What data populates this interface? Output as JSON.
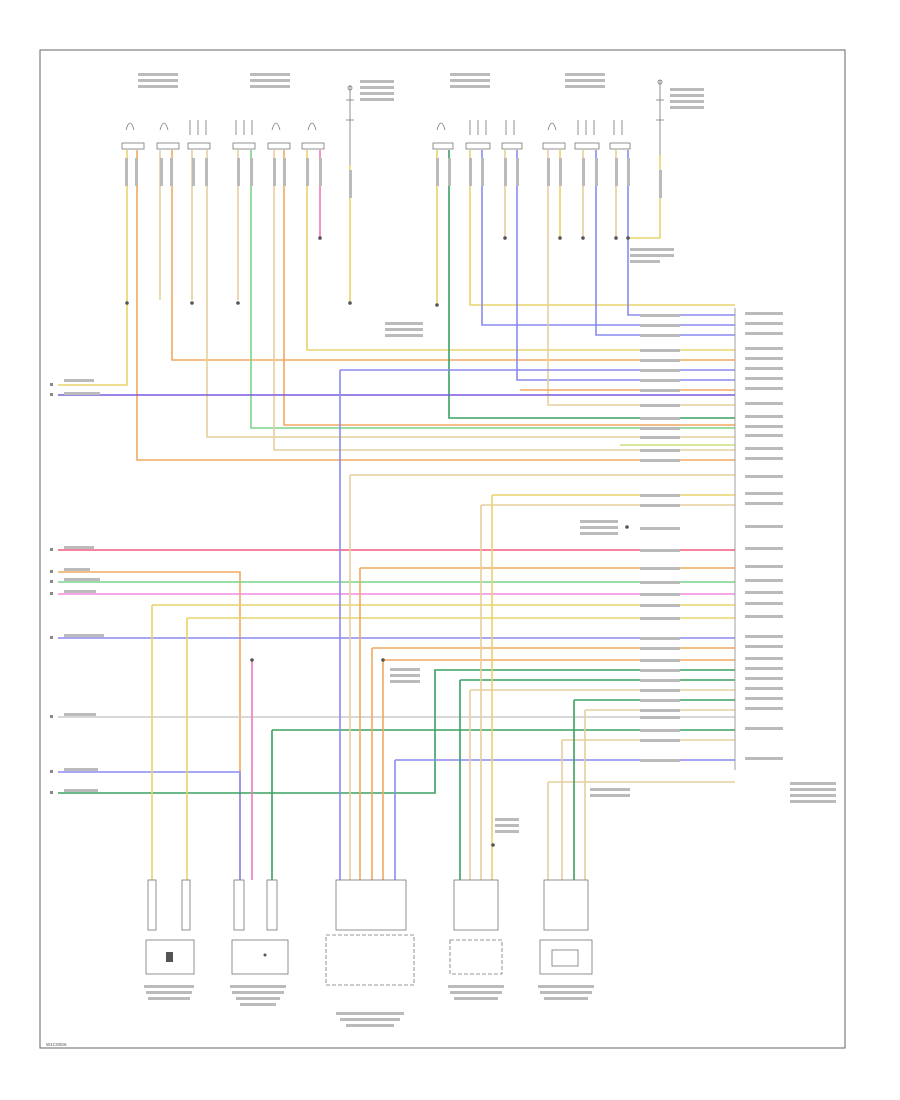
{
  "diagram_id": "W1C08S6",
  "colors": {
    "yellow": "#e8d36a",
    "tan": "#e6cf9c",
    "orange": "#f2a860",
    "blue": "#8a8af0",
    "violet": "#7a5ae0",
    "green": "#7ad48a",
    "darkgreen": "#3aa060",
    "pink": "#f07ab8",
    "red": "#f05a7a",
    "magenta": "#f28ae0",
    "gray": "#bfbfbf",
    "lime": "#c8e07a",
    "frame": "#666666"
  },
  "left_bus": [
    {
      "key": "a",
      "color": "tan"
    },
    {
      "key": "b",
      "color": "violet"
    },
    {
      "key": "c",
      "color": "red"
    },
    {
      "key": "d",
      "color": "orange"
    },
    {
      "key": "e",
      "color": "green"
    },
    {
      "key": "f",
      "color": "magenta"
    },
    {
      "key": "g",
      "color": "blue"
    },
    {
      "key": "h",
      "color": "gray"
    },
    {
      "key": "i",
      "color": "blue"
    },
    {
      "key": "j",
      "color": "darkgreen"
    }
  ],
  "top_connectors": [
    {
      "key": "t1"
    },
    {
      "key": "t2"
    },
    {
      "key": "t3"
    },
    {
      "key": "t4"
    },
    {
      "key": "t5"
    },
    {
      "key": "t6"
    }
  ],
  "bottom_components": [
    {
      "key": "b1"
    },
    {
      "key": "b2"
    },
    {
      "key": "b3"
    },
    {
      "key": "b4"
    },
    {
      "key": "b5"
    }
  ]
}
